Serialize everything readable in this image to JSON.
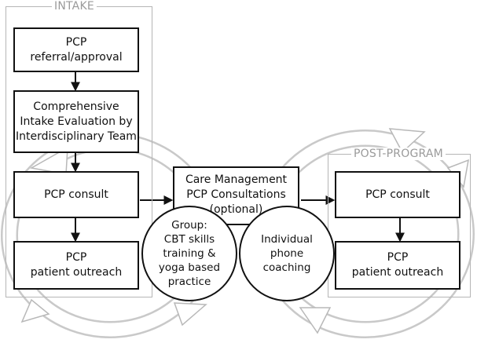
{
  "intake": {
    "title": "INTAKE",
    "referral": "PCP\nreferral/approval",
    "evaluation": "Comprehensive\nIntake Evaluation by\nInterdisciplinary Team",
    "consult": "PCP consult",
    "outreach": "PCP\npatient outreach"
  },
  "care_management": "Care Management\nPCP Consultations\n(optional)",
  "group": "Group:\nCBT skills\ntraining &\nyoga based\npractice",
  "individual": "Individual\nphone\ncoaching",
  "post_program": {
    "title": "POST-PROGRAM",
    "consult": "PCP consult",
    "outreach": "PCP\npatient outreach"
  }
}
